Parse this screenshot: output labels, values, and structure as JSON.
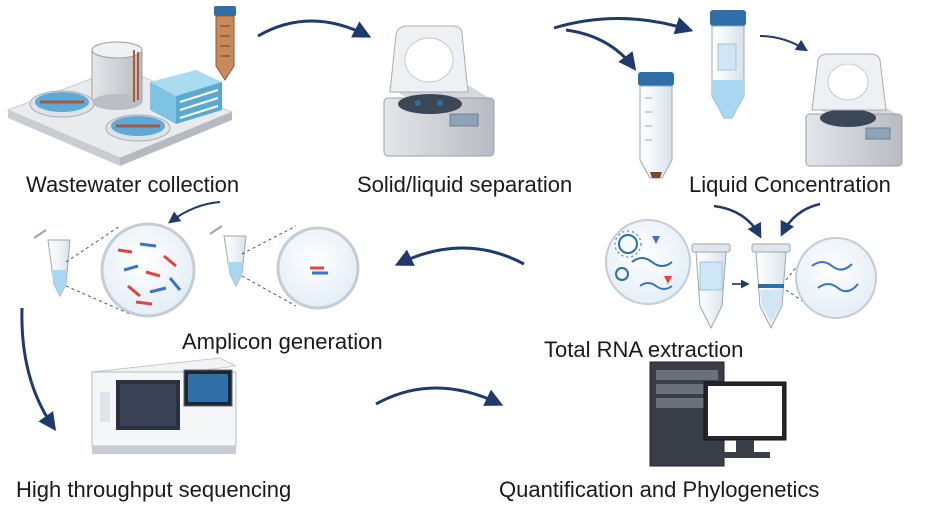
{
  "steps": [
    {
      "id": "collection",
      "label": "Wastewater collection"
    },
    {
      "id": "separation",
      "label": "Solid/liquid separation"
    },
    {
      "id": "concentration",
      "label": "Liquid Concentration"
    },
    {
      "id": "rna",
      "label": "Total RNA extraction"
    },
    {
      "id": "amplicon",
      "label": "Amplicon generation"
    },
    {
      "id": "sequencing",
      "label": "High throughput sequencing"
    },
    {
      "id": "quantification",
      "label": "Quantification and Phylogenetics"
    }
  ],
  "colors": {
    "arrow": "#1f3a6b",
    "tube_cap": "#2d6fa6",
    "liquid": "#a9d6f2",
    "steel": "#c9ccd1",
    "tank_water": "#5fa9d6",
    "building": "#7fc3e3",
    "rust": "#b0573a",
    "dna_red": "#e0453f",
    "dna_blue": "#3b73c8",
    "virus": "#2d6fa6"
  },
  "icons": [
    "treatment-plant-icon",
    "sample-tube-icon",
    "centrifuge-icon",
    "conical-tube-icon",
    "microtube-icon",
    "magnifier-icon",
    "virus-icon",
    "dna-strand-icon",
    "sequencer-icon",
    "computer-icon"
  ]
}
